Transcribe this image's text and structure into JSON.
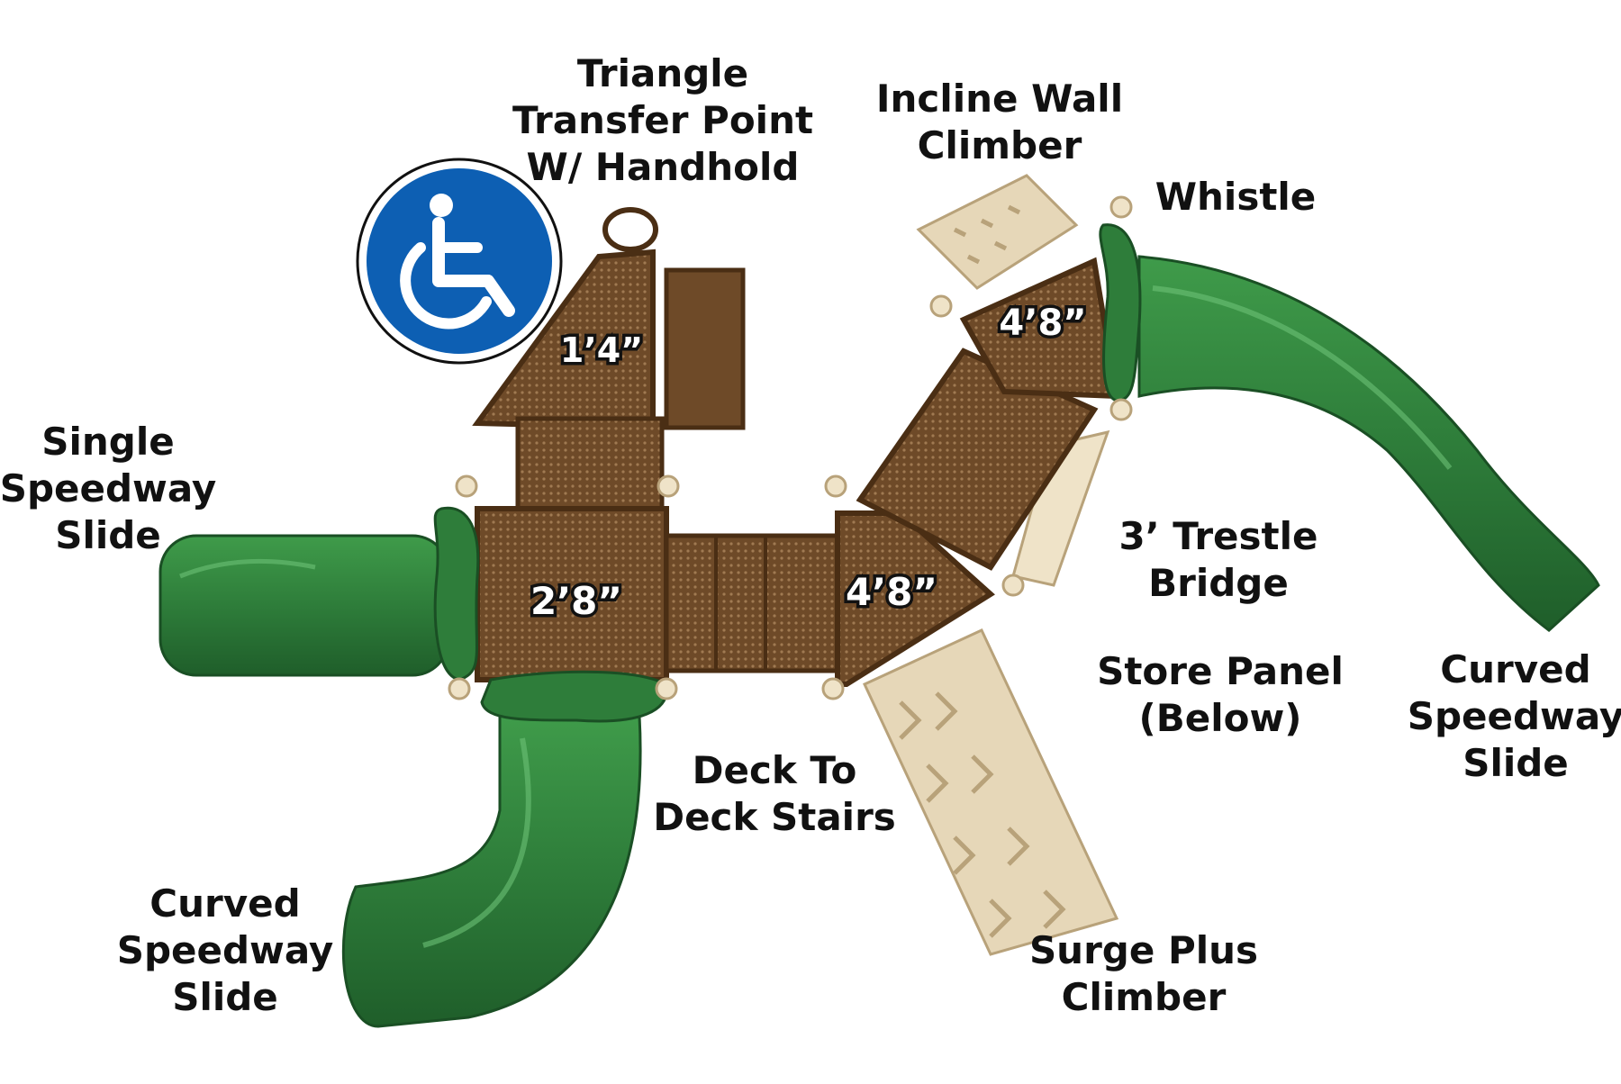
{
  "colors": {
    "slide_green": "#2e7d3a",
    "slide_green_light": "#4caf50",
    "deck_brown": "#5b3a1e",
    "deck_mesh": "#7a5230",
    "tan": "#e6d7b8",
    "post_tan": "#efe3c8",
    "accessible_blue": "#0d5fb3"
  },
  "icons": {
    "accessibility": "wheelchair-icon"
  },
  "labels": {
    "triangle_transfer": [
      "Triangle",
      "Transfer Point",
      "W/ Handhold"
    ],
    "incline_wall": [
      "Incline Wall",
      "Climber"
    ],
    "whistle": [
      "Whistle"
    ],
    "single_speedway": [
      "Single",
      "Speedway",
      "Slide"
    ],
    "trestle_bridge": [
      "3’ Trestle",
      "Bridge"
    ],
    "store_panel": [
      "Store Panel",
      "(Below)"
    ],
    "curved_speedway_right": [
      "Curved",
      "Speedway",
      "Slide"
    ],
    "deck_stairs": [
      "Deck To",
      "Deck Stairs"
    ],
    "curved_speedway_left": [
      "Curved",
      "Speedway",
      "Slide"
    ],
    "surge_climber": [
      "Surge Plus",
      "Climber"
    ]
  },
  "deck_heights": {
    "transfer": "1’4”",
    "left_deck": "2’8”",
    "center_deck": "4’8”",
    "upper_deck": "4’8”"
  }
}
